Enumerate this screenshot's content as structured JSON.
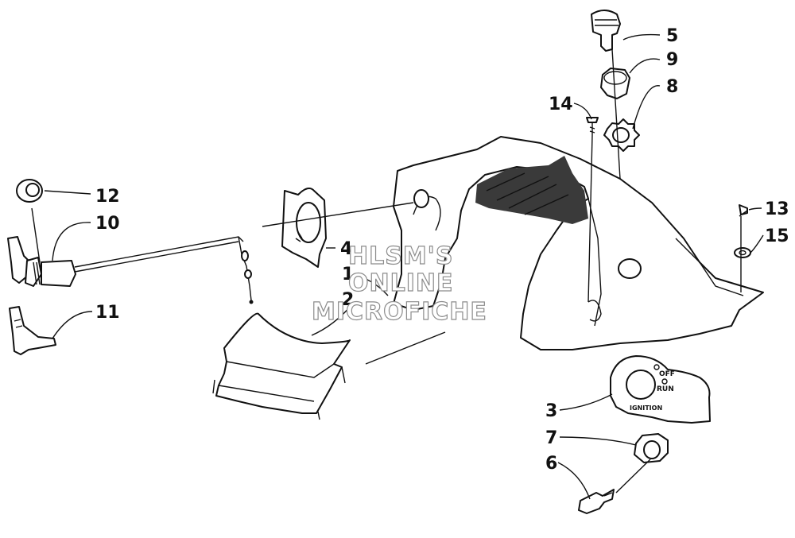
{
  "watermark": {
    "line1": "HLSM'S",
    "line2": "ONLINE",
    "line3": "MICROFICHE"
  },
  "ignition_plate": {
    "off_label": "OFF",
    "run_label": "RUN",
    "ignition_label": "IGNITION"
  },
  "callouts": [
    {
      "id": "1",
      "label": "1"
    },
    {
      "id": "2",
      "label": "2"
    },
    {
      "id": "3",
      "label": "3"
    },
    {
      "id": "4",
      "label": "4"
    },
    {
      "id": "5",
      "label": "5"
    },
    {
      "id": "6",
      "label": "6"
    },
    {
      "id": "7",
      "label": "7"
    },
    {
      "id": "8",
      "label": "8"
    },
    {
      "id": "9",
      "label": "9"
    },
    {
      "id": "10",
      "label": "10"
    },
    {
      "id": "11",
      "label": "11"
    },
    {
      "id": "12",
      "label": "12"
    },
    {
      "id": "13",
      "label": "13"
    },
    {
      "id": "14",
      "label": "14"
    },
    {
      "id": "15",
      "label": "15"
    }
  ]
}
